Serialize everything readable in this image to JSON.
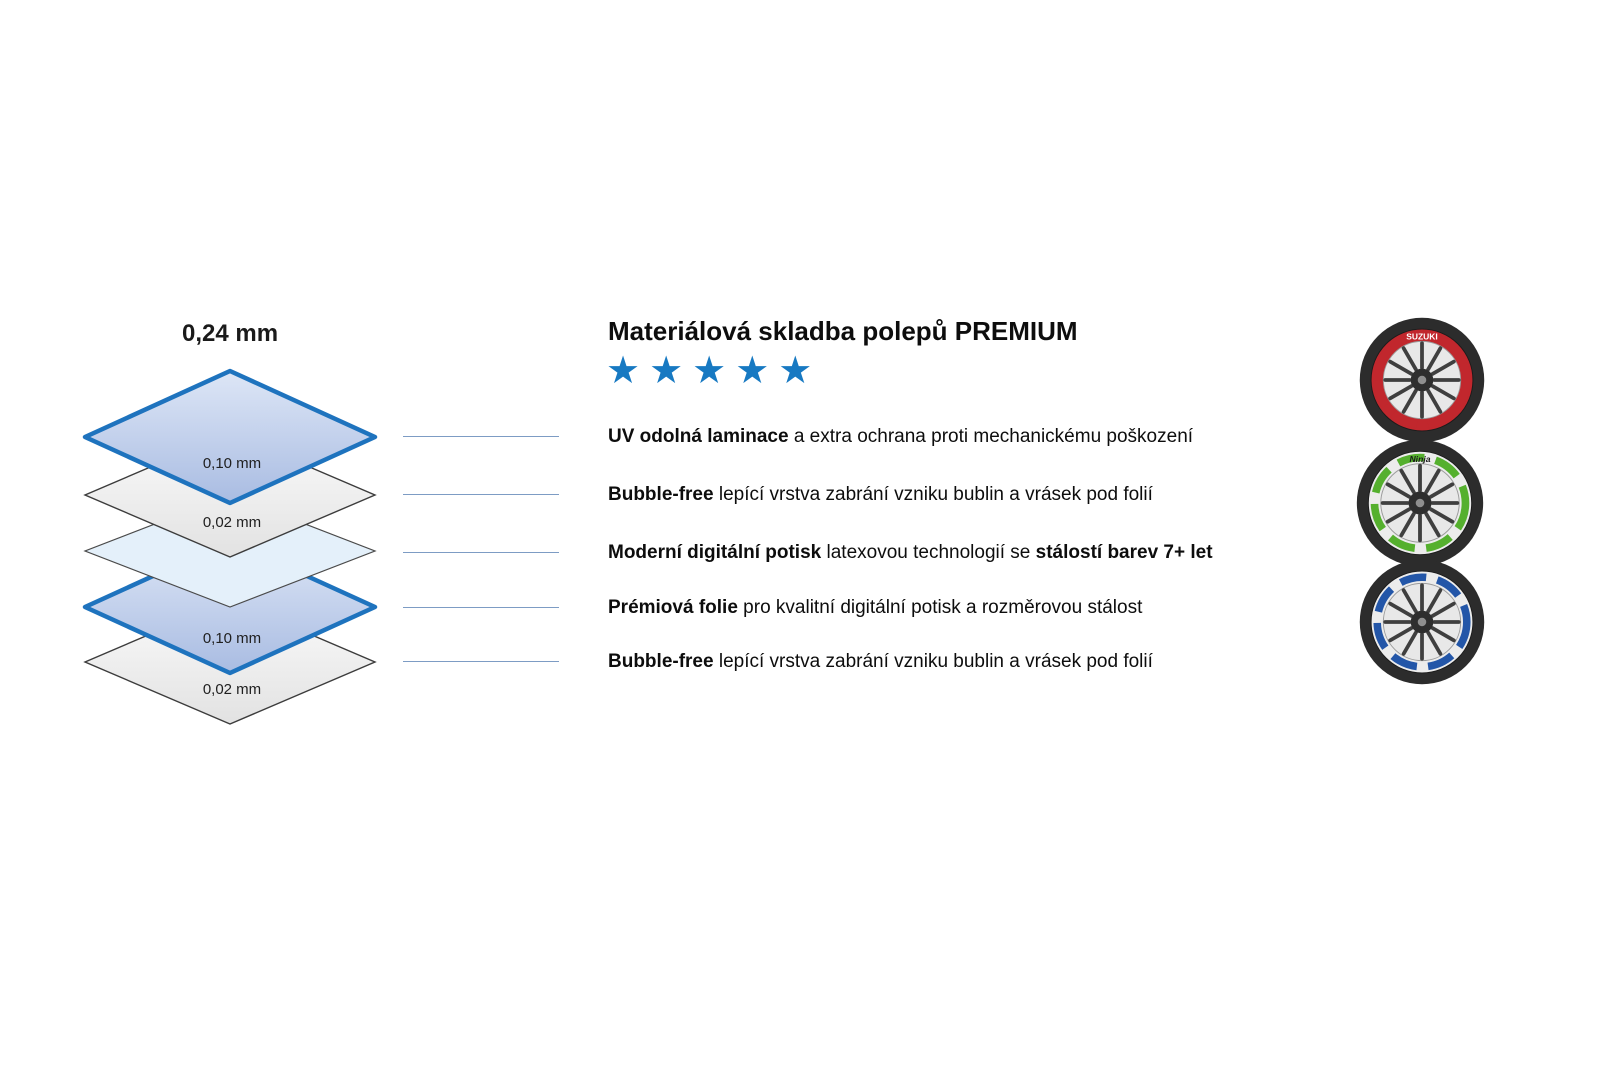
{
  "diagram": {
    "total_thickness": "0,24 mm",
    "layer_labels": [
      "0,10 mm",
      "0,02 mm",
      "0,10 mm",
      "0,02 mm"
    ]
  },
  "content": {
    "title": "Materiálová skladba polepů PREMIUM",
    "stars": "★★★★★",
    "items": [
      {
        "bold": "UV odolná laminace",
        "text": " a extra ochrana proti mechanickému poškození",
        "bold2": ""
      },
      {
        "bold": "Bubble-free",
        "text": " lepící vrstva zabrání vzniku bublin a vrásek pod folií",
        "bold2": ""
      },
      {
        "bold": "Moderní digitální potisk",
        "text": " latexovou technologií se ",
        "bold2": "stálostí barev 7+ let"
      },
      {
        "bold": "Prémiová folie",
        "text": " pro kvalitní digitální potisk a rozměrovou stálost",
        "bold2": ""
      },
      {
        "bold": "Bubble-free",
        "text": " lepící vrstva zabrání vzniku bublin a vrásek pod folií",
        "bold2": ""
      }
    ]
  },
  "wheels": [
    {
      "brand": "SUZUKI",
      "rim_face": "#c1272d",
      "stripe": "#c1272d",
      "brand_color": "#ffffff"
    },
    {
      "brand": "Ninja",
      "rim_face": "#ececec",
      "stripe": "#55b02e",
      "brand_color": "#1a1a1a"
    },
    {
      "brand": "",
      "rim_face": "#ececec",
      "stripe": "#2356a8",
      "brand_color": "#1a1a1a"
    }
  ],
  "colors": {
    "star": "#1779c2",
    "layer_blue_stroke": "#1e73be",
    "connector": "#7d9cc4"
  }
}
